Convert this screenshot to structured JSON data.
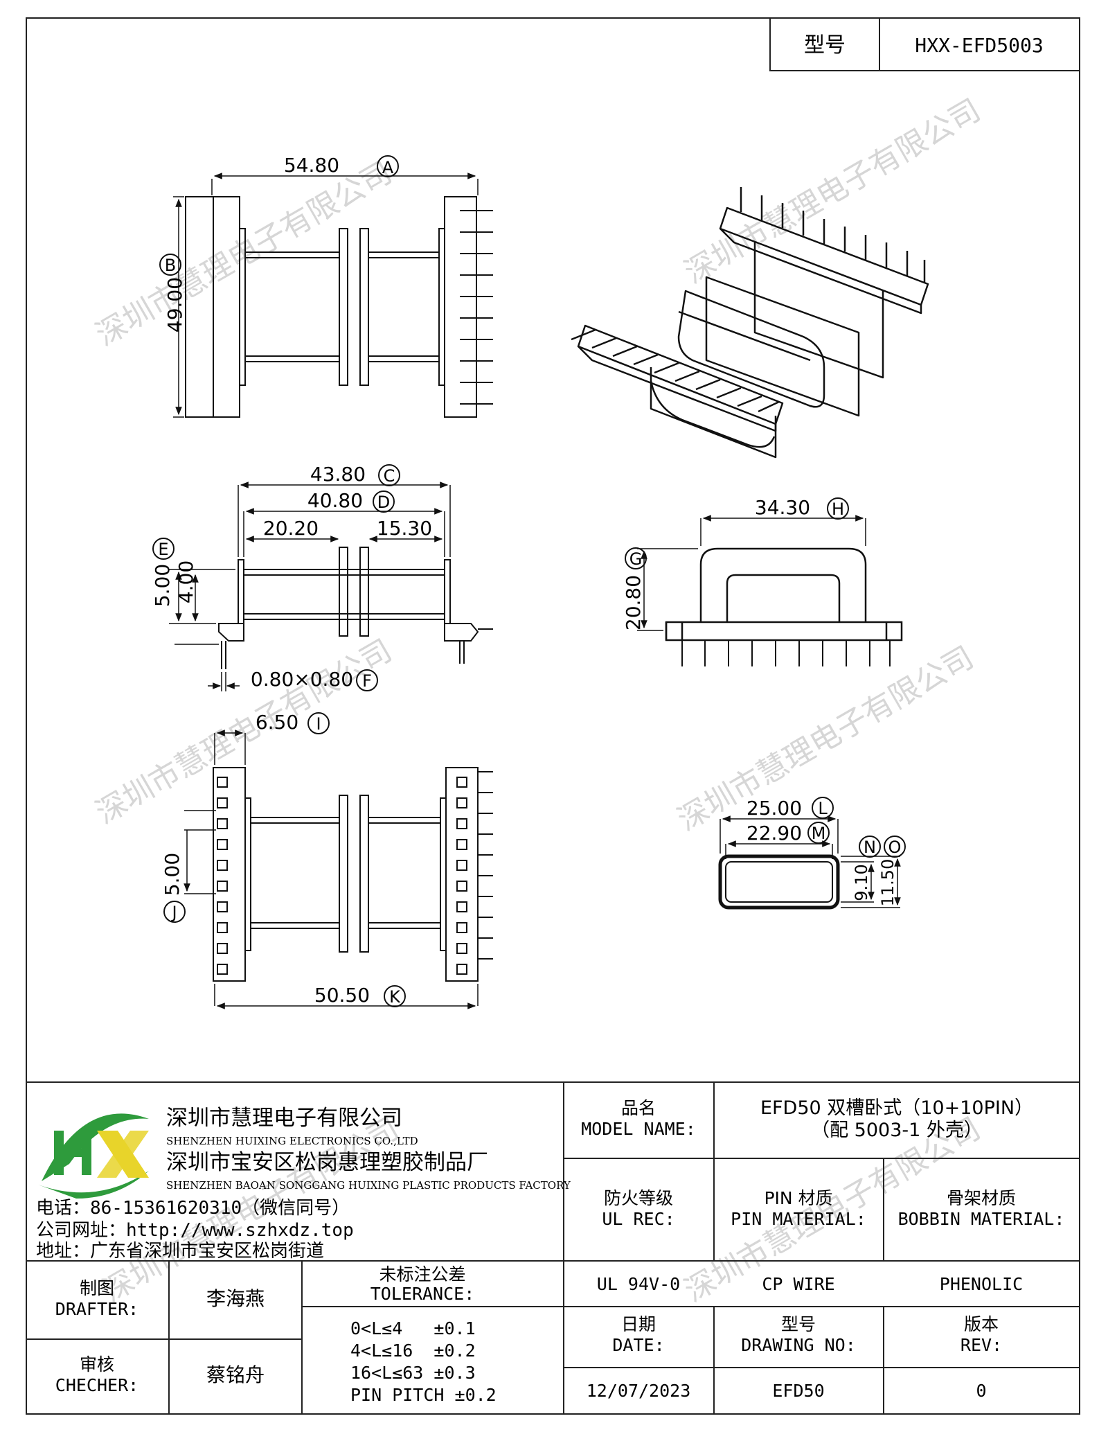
{
  "header": {
    "model_label": "型号",
    "model_value": "HXX-EFD5003"
  },
  "watermark": "深圳市慧理电子有限公司",
  "dimensions": {
    "A": {
      "value": "54.80",
      "tag": "A"
    },
    "B": {
      "value": "49.00",
      "tag": "B"
    },
    "C": {
      "value": "43.80",
      "tag": "C"
    },
    "D": {
      "value": "40.80",
      "tag": "D"
    },
    "d1": {
      "value": "20.20"
    },
    "d2": {
      "value": "15.30"
    },
    "E": {
      "value": "5.00",
      "tag": "E"
    },
    "E2": {
      "value": "4.00"
    },
    "F": {
      "value": "0.80×0.80",
      "tag": "F"
    },
    "H": {
      "value": "34.30",
      "tag": "H"
    },
    "G": {
      "value": "20.80",
      "tag": "G"
    },
    "I": {
      "value": "6.50",
      "tag": "I"
    },
    "J": {
      "value": "5.00",
      "tag": "J"
    },
    "K": {
      "value": "50.50",
      "tag": "K"
    },
    "L": {
      "value": "25.00",
      "tag": "L"
    },
    "M": {
      "value": "22.90",
      "tag": "M"
    },
    "N": {
      "value": "9.10",
      "tag": "N"
    },
    "O": {
      "value": "11.50",
      "tag": "O"
    }
  },
  "company": {
    "logo_text": "HX",
    "name_cn_1": "深圳市慧理电子有限公司",
    "name_en_1": "SHENZHEN HUIXING ELECTRONICS CO.,LTD",
    "name_cn_2": "深圳市宝安区松岗惠理塑胶制品厂",
    "name_en_2": "SHENZHEN BAOAN SONGGANG HUIXING PLASTIC PRODUCTS FACTORY",
    "phone": "电话：86-15361620310（微信同号）",
    "website": "公司网址：http://www.szhxdz.top",
    "address": "地址：广东省深圳市宝安区松岗街道"
  },
  "table": {
    "model_name_cn": "品名",
    "model_name_en": "MODEL NAME:",
    "model_name_value_1": "EFD50 双槽卧式（10+10PIN）",
    "model_name_value_2": "（配 5003-1 外壳）",
    "ul_cn": "防火等级",
    "ul_en": "UL REC:",
    "pin_cn": "PIN 材质",
    "pin_en": "PIN MATERIAL:",
    "bobbin_cn": "骨架材质",
    "bobbin_en": "BOBBIN MATERIAL:",
    "ul_value": "UL 94V-0",
    "pin_value": "CP WIRE",
    "bobbin_value": "PHENOLIC",
    "drafter_cn": "制图",
    "drafter_en": "DRAFTER:",
    "drafter_name": "李海燕",
    "checker_cn": "审核",
    "checker_en": "CHECHER:",
    "checker_name": "蔡铭舟",
    "tol_cn": "未标注公差",
    "tol_en": "TOLERANCE:",
    "tolerances": [
      "0<L≤4   ±0.1",
      "4<L≤16  ±0.2",
      "16<L≤63 ±0.3",
      "PIN PITCH ±0.2"
    ],
    "date_cn": "日期",
    "date_en": "DATE:",
    "date_value": "12/07/2023",
    "drawing_cn": "型号",
    "drawing_en": "DRAWING NO:",
    "drawing_value": "EFD50",
    "rev_cn": "版本",
    "rev_en": "REV:",
    "rev_value": "0"
  }
}
